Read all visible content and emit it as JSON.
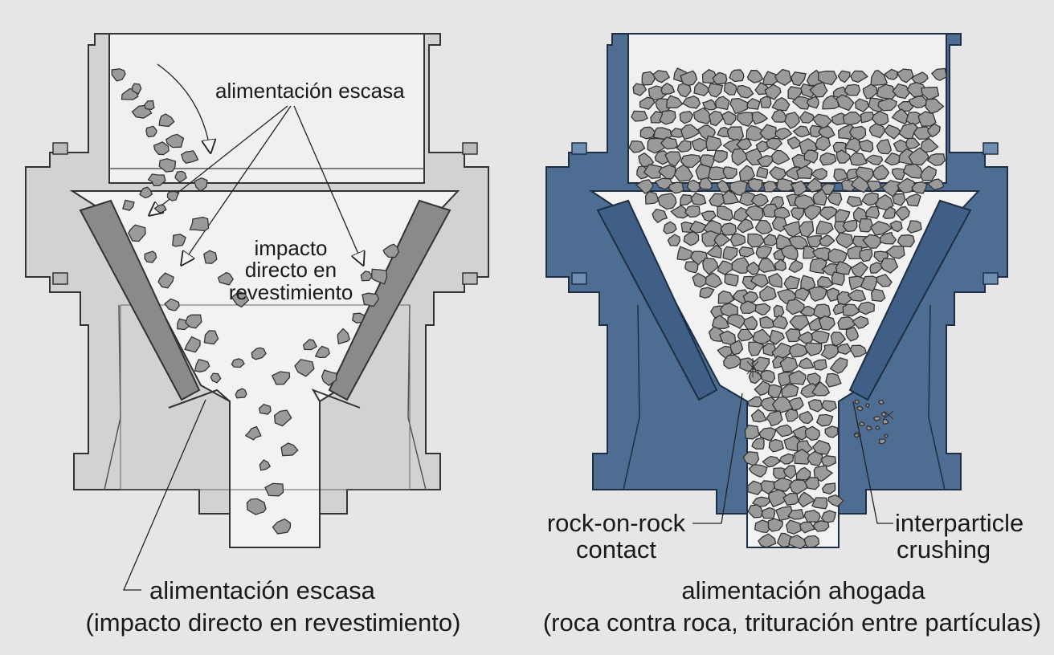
{
  "left": {
    "top_label": "alimentación escasa",
    "center_label_lines": [
      "impacto",
      "directo en",
      "revestimiento"
    ],
    "caption_line1": "alimentación escasa",
    "caption_line2": "(impacto directo en revestimiento)",
    "body_color": "#d2d2d2",
    "liner_color": "#8a8a8a"
  },
  "right": {
    "left_label_lines": [
      "rock-on-rock",
      "contact"
    ],
    "right_label_lines": [
      "interparticle",
      "crushing"
    ],
    "caption_line1": "alimentación ahogada",
    "caption_line2": "(roca contra roca, trituración entre partículas)",
    "body_color": "#4d6d93",
    "rock_color": "#9a9a9a"
  }
}
